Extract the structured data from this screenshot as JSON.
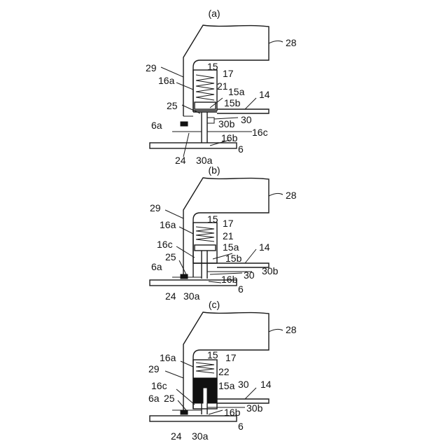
{
  "panels": [
    {
      "caption": "(a)",
      "labels": {
        "l28": "28",
        "l29": "29",
        "l15": "15",
        "l17": "17",
        "l16a": "16a",
        "l21": "21",
        "l15a": "15a",
        "l14": "14",
        "l25": "25",
        "l15b": "15b",
        "l30": "30",
        "l6a": "6a",
        "l30b": "30b",
        "l16c": "16c",
        "l16b": "16b",
        "l6": "6",
        "l24": "24",
        "l30a": "30a"
      }
    },
    {
      "caption": "(b)",
      "labels": {
        "l28": "28",
        "l29": "29",
        "l15": "15",
        "l17": "17",
        "l16a": "16a",
        "l21": "21",
        "l16c": "16c",
        "l15a": "15a",
        "l14": "14",
        "l25": "25",
        "l15b": "15b",
        "l6a": "6a",
        "l30": "30",
        "l30b": "30b",
        "l16b": "16b",
        "l6": "6",
        "l24": "24",
        "l30a": "30a"
      }
    },
    {
      "caption": "(c)",
      "labels": {
        "l28": "28",
        "l16a": "16a",
        "l15": "15",
        "l17": "17",
        "l29": "29",
        "l22": "22",
        "l16c": "16c",
        "l15a": "15a",
        "l30": "30",
        "l14": "14",
        "l6a": "6a",
        "l25": "25",
        "l30b": "30b",
        "l16b": "16b",
        "l6": "6",
        "l24": "24",
        "l30a": "30a"
      }
    }
  ]
}
